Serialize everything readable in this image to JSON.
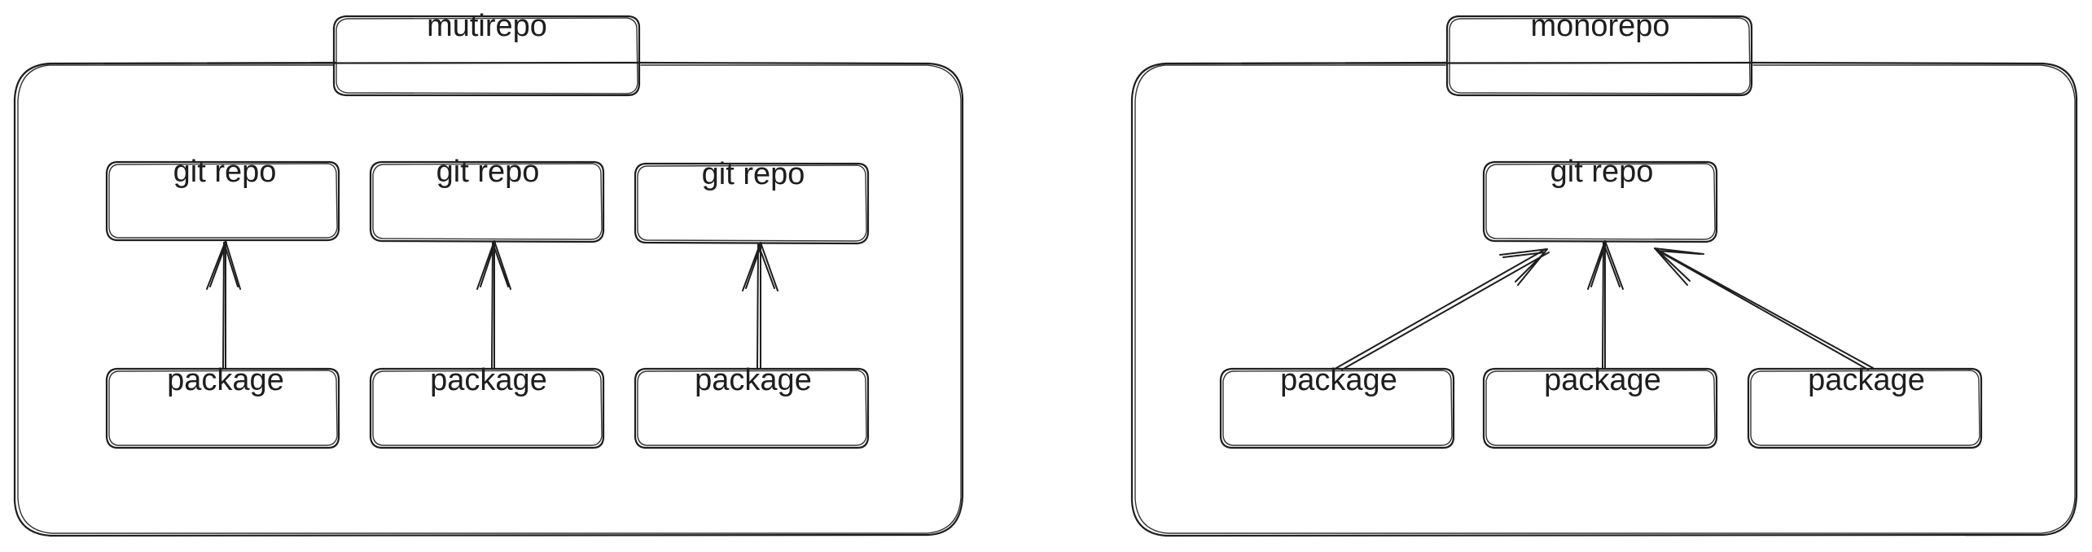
{
  "panels": [
    {
      "title": "mutirepo",
      "repos": [
        {
          "label": "git repo"
        },
        {
          "label": "git repo"
        },
        {
          "label": "git repo"
        }
      ],
      "packages": [
        {
          "label": "package"
        },
        {
          "label": "package"
        },
        {
          "label": "package"
        }
      ]
    },
    {
      "title": "monorepo",
      "repos": [
        {
          "label": "git repo"
        }
      ],
      "packages": [
        {
          "label": "package"
        },
        {
          "label": "package"
        },
        {
          "label": "package"
        }
      ]
    }
  ]
}
